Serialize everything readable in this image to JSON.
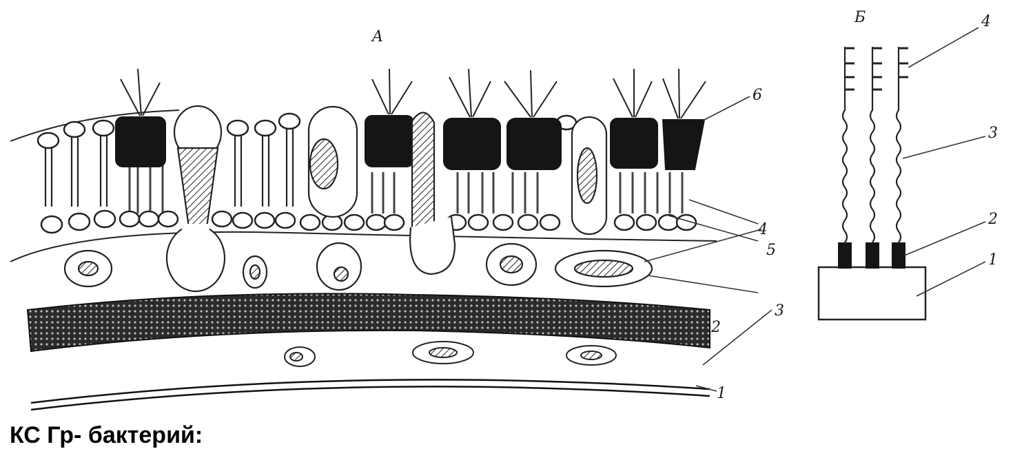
{
  "figure": {
    "panel_a_label": "A",
    "panel_b_label": "Б",
    "panel_a_labels": {
      "l6": "6",
      "l4": "4",
      "l5": "5",
      "l3": "3",
      "l2": "2",
      "l1": "1"
    },
    "panel_b_labels": {
      "l4": "4",
      "l3": "3",
      "l2": "2",
      "l1": "1"
    }
  },
  "caption": "КС Гр- бактерий:"
}
